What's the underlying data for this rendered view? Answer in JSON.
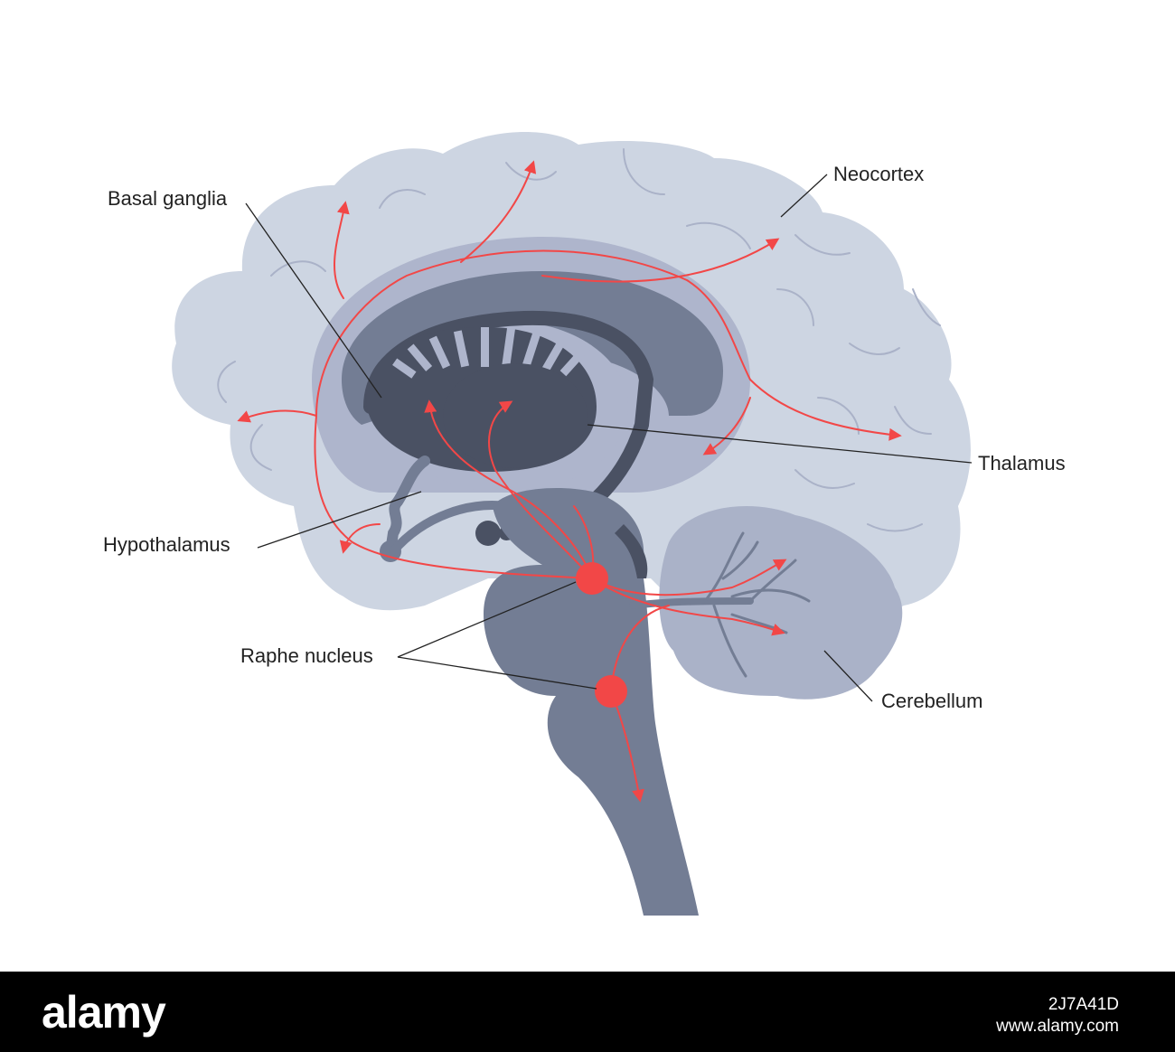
{
  "diagram": {
    "labels": {
      "basal_ganglia": "Basal ganglia",
      "neocortex": "Neocortex",
      "thalamus": "Thalamus",
      "hypothalamus": "Hypothalamus",
      "raphe_nucleus": "Raphe nucleus",
      "cerebellum": "Cerebellum"
    },
    "colors": {
      "cortex": "#cdd5e2",
      "cortex_fold": "#aab2c8",
      "cingulate": "#aeb5cc",
      "callosum": "#737d94",
      "fornix_dark": "#4a5163",
      "brainstem": "#737d94",
      "cerebellum": "#aab2c8",
      "pathway": "#f24747",
      "nucleus": "#f24747",
      "leader_line": "#222222"
    }
  },
  "footer": {
    "logo": "alamy",
    "image_id": "2J7A41D",
    "url": "www.alamy.com"
  }
}
